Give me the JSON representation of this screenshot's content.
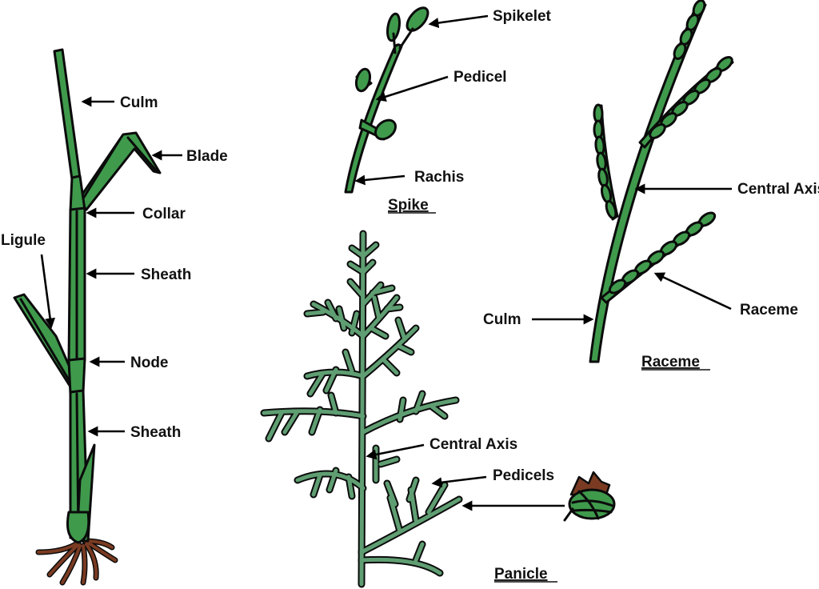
{
  "plant_labels": {
    "culm": "Culm",
    "blade": "Blade",
    "collar": "Collar",
    "ligule": "Ligule",
    "sheath_upper": "Sheath",
    "node": "Node",
    "sheath_lower": "Sheath"
  },
  "spike": {
    "title": "Spike",
    "spikelet": "Spikelet",
    "pedicel": "Pedicel",
    "rachis": "Rachis"
  },
  "raceme": {
    "title": "Raceme",
    "central_axis": "Central Axis",
    "raceme_label": "Raceme",
    "culm": "Culm"
  },
  "panicle": {
    "title": "Panicle",
    "central_axis": "Central Axis",
    "pedicels": "Pedicels"
  },
  "colors": {
    "plant_green": "#3f9a4c",
    "panicle_green": "#5f9e72",
    "root_brown": "#7a3b22",
    "outline": "#0b0b0b"
  }
}
